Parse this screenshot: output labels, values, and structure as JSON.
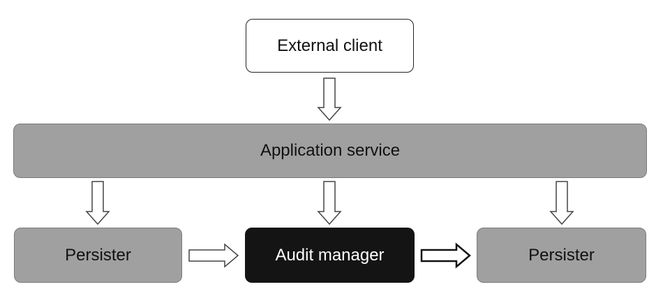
{
  "nodes": {
    "external_client": "External client",
    "application_service": "Application service",
    "persister_left": "Persister",
    "audit_manager": "Audit manager",
    "persister_right": "Persister"
  },
  "colors": {
    "service_fill": "#a0a0a0",
    "persister_fill": "#a0a0a0",
    "audit_fill": "#141414",
    "client_fill": "#ffffff"
  }
}
